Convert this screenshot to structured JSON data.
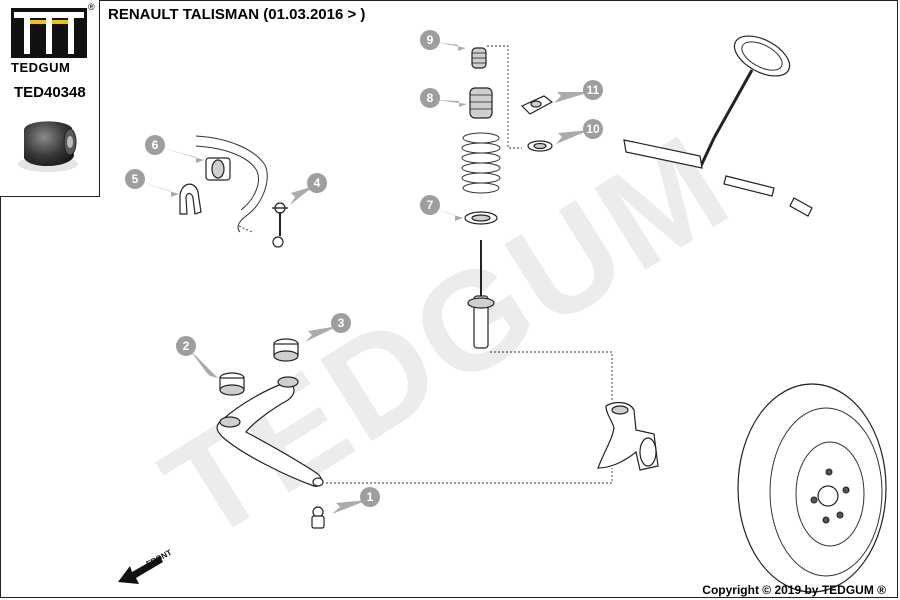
{
  "brand": {
    "name": "TEDGUM",
    "reg_mark": "®"
  },
  "part_code": "TED40348",
  "title": "RENAULT TALISMAN (01.03.2016 > )",
  "watermark": "TEDGUM",
  "front_label": "FRONT",
  "copyright": "Copyright © 2019 by TEDGUM ®",
  "callouts": [
    {
      "number": "1",
      "part": "ball-joint"
    },
    {
      "number": "2",
      "part": "control-arm-bushing-front"
    },
    {
      "number": "3",
      "part": "control-arm-bushing-rear"
    },
    {
      "number": "4",
      "part": "stabilizer-link"
    },
    {
      "number": "5",
      "part": "stabilizer-bracket"
    },
    {
      "number": "6",
      "part": "stabilizer-bushing"
    },
    {
      "number": "7",
      "part": "spring-seat"
    },
    {
      "number": "8",
      "part": "bump-stop-boot"
    },
    {
      "number": "9",
      "part": "bump-stop"
    },
    {
      "number": "10",
      "part": "strut-bearing"
    },
    {
      "number": "11",
      "part": "strut-mount"
    }
  ],
  "colors": {
    "callout_fill": "#9e9e9e",
    "watermark": "#ececec",
    "line": "#222222"
  }
}
